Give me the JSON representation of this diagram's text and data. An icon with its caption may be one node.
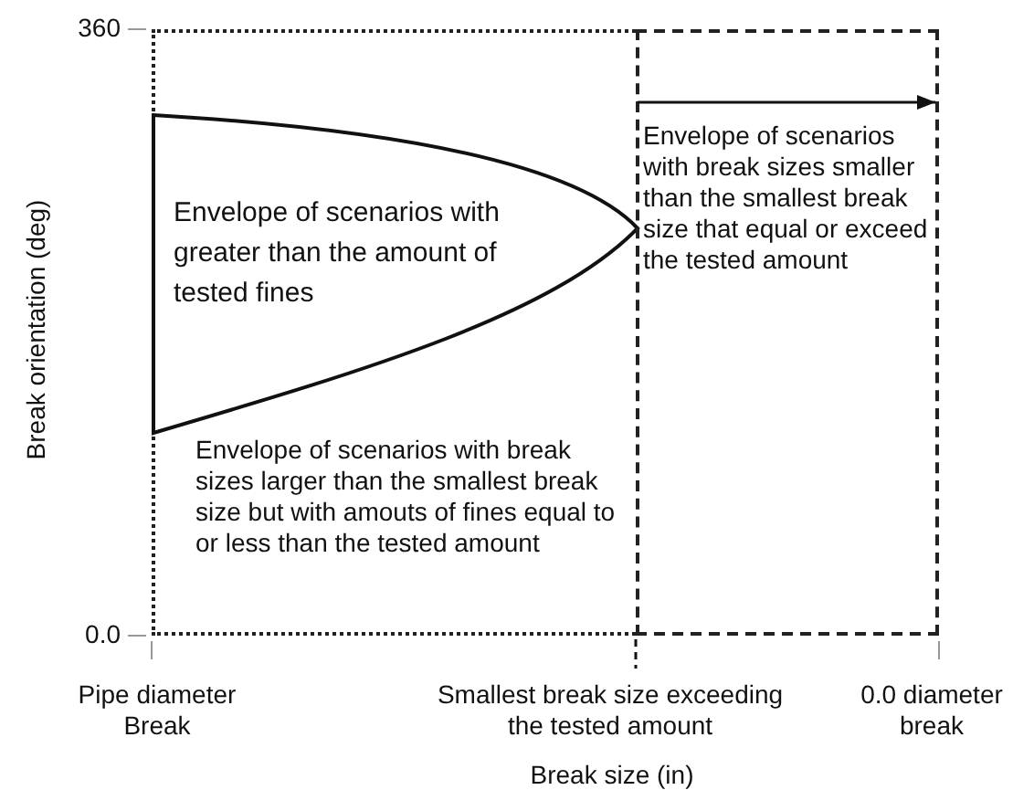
{
  "diagram": {
    "nodes": [
      {
        "text": [
          "Envelope of scenarios with break sizes larger than the smallest break size but with amouts of fines equal to or less than the tested amount"
        ]
      },
      {
        "text": [
          "Envelope of scenarios with greater than the amount of tested fines"
        ],
        "in": 0
      },
      {
        "text": [
          "Envelope of scenarios with break sizes smaller than the smallest break size that equal or exceed the tested amount"
        ]
      }
    ],
    "edges": [],
    "labels": [
      "360",
      "Break orientation (deg)",
      "0.0",
      "Pipe diameter Break",
      "Smallest break size exceeding the tested amount",
      "0.0 diameter break",
      "Break size (in)"
    ]
  }
}
